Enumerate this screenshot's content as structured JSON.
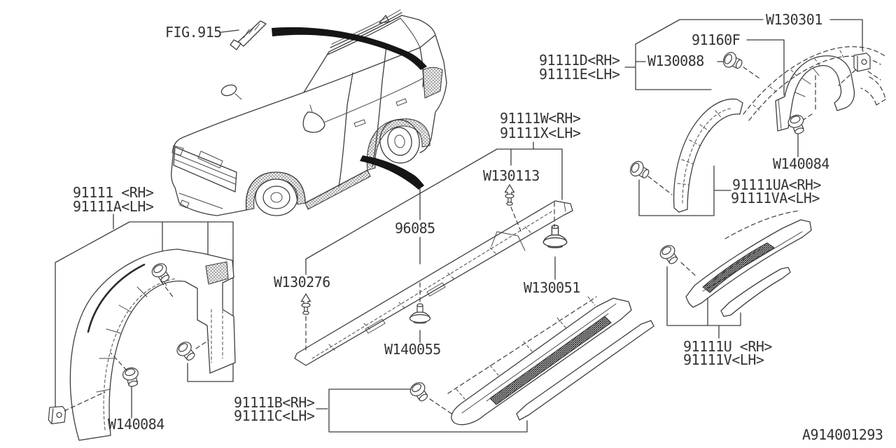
{
  "diagram": {
    "fig_ref": "FIG.915",
    "code": "A914001293",
    "colors": {
      "line": "#3d3d3d",
      "label": "#333333",
      "background": "#ffffff",
      "highlight_arrow": "#151515"
    }
  },
  "callouts": {
    "w130301": "W130301",
    "g91160f": "91160F",
    "w130088": "W130088",
    "p91111d_rh": "91111D<RH>",
    "p91111e_lh": "91111E<LH>",
    "p91111w_rh": "91111W<RH>",
    "p91111x_lh": "91111X<LH>",
    "w130113": "W130113",
    "w140084_right": "W140084",
    "p91111ua_rh": "91111UA<RH>",
    "p91111va_lh": "91111VA<LH>",
    "p91111_rh": "91111 <RH>",
    "p91111a_lh": "91111A<LH>",
    "g96085": "96085",
    "w130276": "W130276",
    "w130051": "W130051",
    "w140055": "W140055",
    "p91111u_rh": "91111U <RH>",
    "p91111v_lh": "91111V<LH>",
    "p91111b_rh": "91111B<RH>",
    "p91111c_lh": "91111C<LH>",
    "w140084_left": "W140084"
  }
}
